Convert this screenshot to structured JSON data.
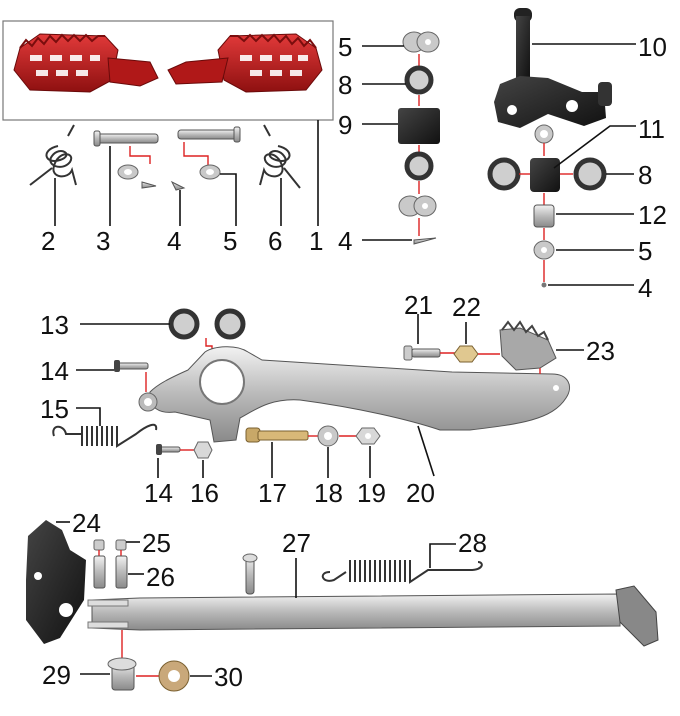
{
  "labels": {
    "p1": "1",
    "p2": "2",
    "p3": "3",
    "p4a": "4",
    "p5a": "5",
    "p6": "6",
    "p5b": "5",
    "p8a": "8",
    "p9": "9",
    "p4b": "4",
    "p10": "10",
    "p11": "11",
    "p8b": "8",
    "p12": "12",
    "p5c": "5",
    "p4c": "4",
    "p13": "13",
    "p14a": "14",
    "p15": "15",
    "p14b": "14",
    "p16": "16",
    "p17": "17",
    "p18": "18",
    "p19": "19",
    "p20": "20",
    "p21": "21",
    "p22": "22",
    "p23": "23",
    "p24": "24",
    "p25": "25",
    "p26": "26",
    "p27": "27",
    "p28": "28",
    "p29": "29",
    "p30": "30"
  },
  "colors": {
    "footpeg": "#c41e1e",
    "leader": "#111111",
    "link_line": "#dd2222",
    "metal": "#b8b8b8",
    "rubber": "#1a1a1a"
  }
}
